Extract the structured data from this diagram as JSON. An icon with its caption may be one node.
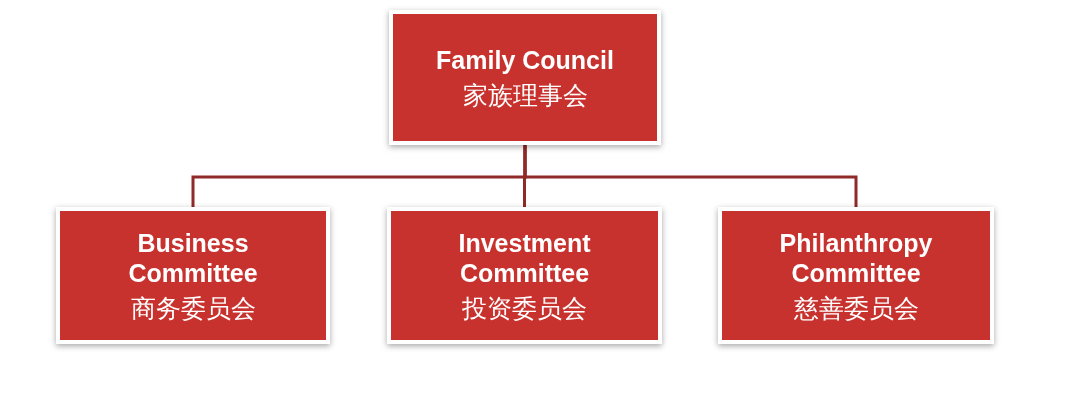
{
  "diagram": {
    "nodes": [
      {
        "text": [
          "Family Council",
          "家族理事会"
        ]
      },
      {
        "text": [
          "Business Committee",
          "商务委员会"
        ]
      },
      {
        "text": [
          "Investment Committee",
          "投资委员会"
        ]
      },
      {
        "text": [
          "Philanthropy Committee",
          "慈善委员会"
        ]
      }
    ],
    "edges": [
      {
        "from": 0,
        "to": 1,
        "arrow": "none"
      },
      {
        "from": 0,
        "to": 2,
        "arrow": "none"
      },
      {
        "from": 0,
        "to": 3,
        "arrow": "none"
      }
    ]
  }
}
